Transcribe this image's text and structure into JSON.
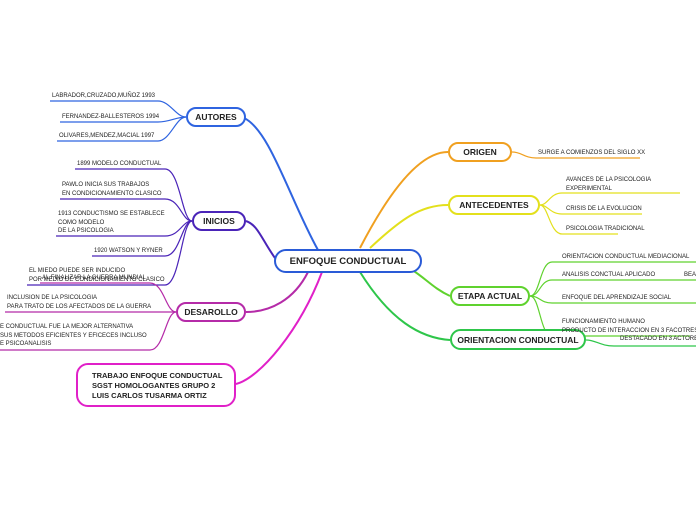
{
  "center": {
    "label": "ENFOQUE CONDUCTUAL"
  },
  "branches": {
    "autores": {
      "label": "AUTORES",
      "color": "#2f64e0",
      "leaves": [
        "LABRADOR,CRUZADO,MUÑOZ 1993",
        "FERNANDEZ-BALLESTEROS 1994",
        "OLIVARES,MENDEZ,MACIAL 1997"
      ]
    },
    "inicios": {
      "label": "INICIOS",
      "color": "#4a24b8",
      "leaves": [
        "1899 MODELO CONDUCTUAL",
        "PAWLO INICIA SUS TRABAJOS\nEN CONDICIONAMIENTO CLASICO",
        "1913 CONDUCTISMO SE ESTABLECE\nCOMO MODELO\nDE LA PSICOLOGIA",
        "1920 WATSON Y RYNER",
        "EL MIEDO PUEDE SER INDUCIDO\nPOR MEDIO DE CONDICIONAMIENTO CLASICO"
      ]
    },
    "desarollo": {
      "label": "DESAROLLO",
      "color": "#b52ba8",
      "leaves": [
        "AL FINALIZAR LA GUERRA MUNDIAL",
        "INCLUSION DE LA PSICOLOGIA\nPARA TRATO DE LOS AFECTADOS DE LA GUERRA",
        "E CONDUCTUAL FUE LA MEJOR ALTERNATIVA\nSUS METODOS EFICIENTES Y EFICECES INCLUSO\nE PSICOANALISIS"
      ]
    },
    "origen": {
      "label": "ORIGEN",
      "color": "#f0a020",
      "leaves": [
        "SURGE A COMIENZOS DEL SIGLO XX"
      ]
    },
    "antecedentes": {
      "label": "ANTECEDENTES",
      "color": "#e3e01c",
      "leaves": [
        "AVANCES DE LA PSICOLOGIA\nEXPERIMENTAL",
        "CRISIS DE LA EVOLUCION",
        "PSICOLOGIA TRADICIONAL"
      ]
    },
    "etapa": {
      "label": "ETAPA ACTUAL",
      "color": "#5fd22e",
      "leaves": [
        "ORIENTACION CONDUCTUAL MEDIACIONAL",
        "ANALISIS CONCTUAL APLICADO",
        "ENFOQUE DEL APRENDIZAJE SOCIAL",
        "FUNCIONAMIENTO HUMANO\nPRODUCTO DE INTERACCION EN 3 FACOTRES"
      ],
      "extra": "BEA"
    },
    "orientacion": {
      "label": "ORIENTACION CONDUCTUAL",
      "color": "#2ec64a",
      "leaves": [
        "DESTACADO EN 3 ACTORES"
      ]
    }
  },
  "credit": {
    "text": "TRABAJO ENFOQUE CONDUCTUAL\nSGST HOMOLOGANTES GRUPO 2\nLUIS CARLOS TUSARMA ORTIZ",
    "color": "#e020c8"
  }
}
